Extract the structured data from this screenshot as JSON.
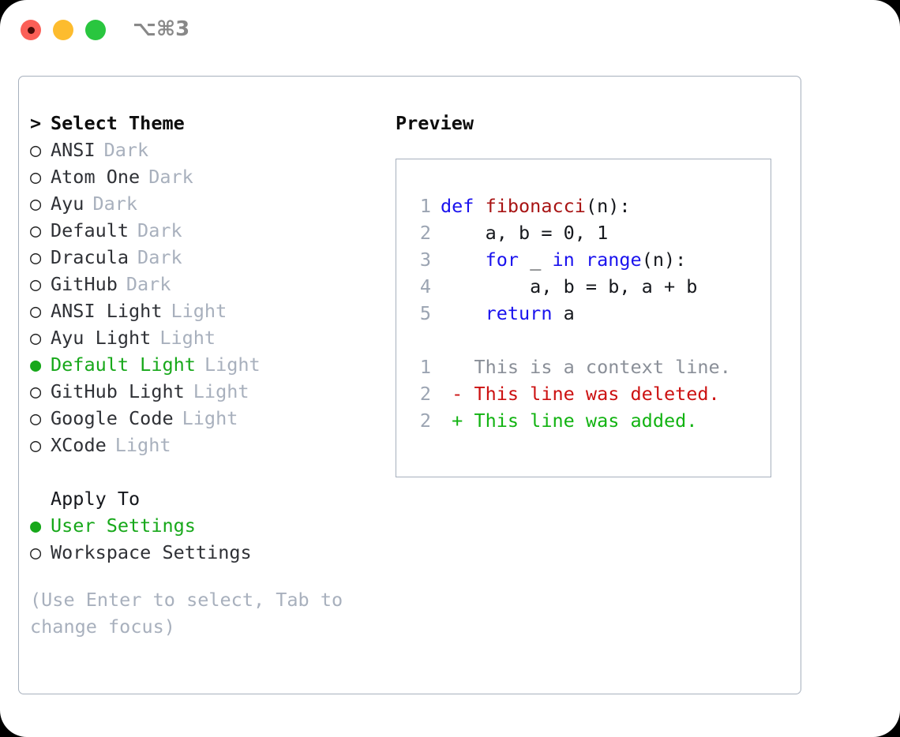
{
  "titlebar": {
    "shortcut": "⌥⌘3",
    "buttons": [
      "close",
      "minimize",
      "zoom"
    ],
    "colors": {
      "close": "#fb5f57",
      "minimize": "#fdbc2e",
      "zoom": "#29c63f"
    }
  },
  "theme_picker": {
    "header_marker": ">",
    "header": "Select Theme",
    "marker_unselected": "○",
    "marker_selected": "●",
    "items": [
      {
        "name": "ANSI",
        "variant": "Dark",
        "selected": false
      },
      {
        "name": "Atom One",
        "variant": "Dark",
        "selected": false
      },
      {
        "name": "Ayu",
        "variant": "Dark",
        "selected": false
      },
      {
        "name": "Default",
        "variant": "Dark",
        "selected": false
      },
      {
        "name": "Dracula",
        "variant": "Dark",
        "selected": false
      },
      {
        "name": "GitHub",
        "variant": "Dark",
        "selected": false
      },
      {
        "name": "ANSI Light",
        "variant": "Light",
        "selected": false
      },
      {
        "name": "Ayu Light",
        "variant": "Light",
        "selected": false
      },
      {
        "name": "Default Light",
        "variant": "Light",
        "selected": true
      },
      {
        "name": "GitHub Light",
        "variant": "Light",
        "selected": false
      },
      {
        "name": "Google Code",
        "variant": "Light",
        "selected": false
      },
      {
        "name": "XCode",
        "variant": "Light",
        "selected": false
      }
    ]
  },
  "apply_to": {
    "header": "Apply To",
    "options": [
      {
        "label": "User Settings",
        "selected": true
      },
      {
        "label": "Workspace Settings",
        "selected": false
      }
    ]
  },
  "hint": "(Use Enter to select, Tab to change focus)",
  "preview": {
    "title": "Preview",
    "code_lines": [
      {
        "num": "1",
        "segments": [
          {
            "text": "def ",
            "kind": "kw"
          },
          {
            "text": "fibonacci",
            "kind": "fn"
          },
          {
            "text": "(n):",
            "kind": "pl"
          }
        ]
      },
      {
        "num": "2",
        "segments": [
          {
            "text": "    a, b = 0, 1",
            "kind": "pl"
          }
        ]
      },
      {
        "num": "3",
        "segments": [
          {
            "text": "    ",
            "kind": "pl"
          },
          {
            "text": "for",
            "kind": "kw"
          },
          {
            "text": " _ ",
            "kind": "pl"
          },
          {
            "text": "in",
            "kind": "kw"
          },
          {
            "text": " ",
            "kind": "pl"
          },
          {
            "text": "range",
            "kind": "kw"
          },
          {
            "text": "(n):",
            "kind": "pl"
          }
        ]
      },
      {
        "num": "4",
        "segments": [
          {
            "text": "        a, b = b, a + b",
            "kind": "pl"
          }
        ]
      },
      {
        "num": "5",
        "segments": [
          {
            "text": "    ",
            "kind": "pl"
          },
          {
            "text": "return",
            "kind": "kw"
          },
          {
            "text": " a",
            "kind": "pl"
          }
        ]
      }
    ],
    "diff_lines": [
      {
        "num": "1",
        "segments": [
          {
            "text": "   This is a context line.",
            "kind": "ctx"
          }
        ]
      },
      {
        "num": "2",
        "segments": [
          {
            "text": " - This line was deleted.",
            "kind": "del"
          }
        ]
      },
      {
        "num": "2",
        "segments": [
          {
            "text": " + This line was added.",
            "kind": "add"
          }
        ]
      }
    ]
  },
  "colors": {
    "keyword": "#1a12ee",
    "function": "#a81414",
    "plain": "#16181d",
    "context": "#8a8f98",
    "deleted": "#cc1111",
    "added": "#12b312",
    "accent_selected": "#17a81a",
    "dim": "#a8b0bd",
    "border": "#a7b0bd"
  }
}
